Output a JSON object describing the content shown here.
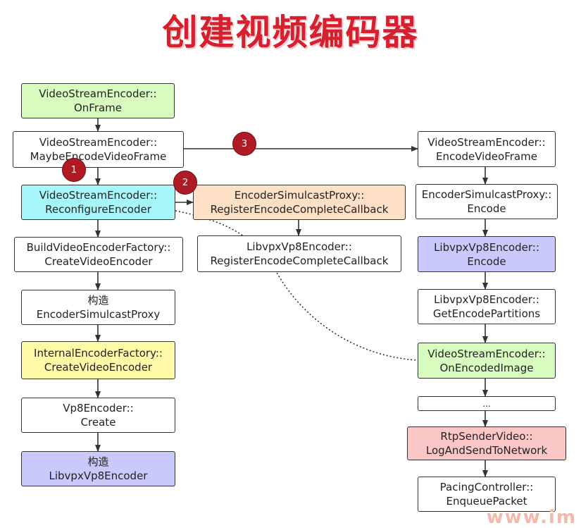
{
  "title": "创建视频编码器",
  "watermark": "www.im",
  "colors": {
    "green": "#d8fcc0",
    "cyan": "#a7f6fa",
    "orange": "#fde0c5",
    "purple": "#c9c9fb",
    "yellow": "#fffaa8",
    "red": "#fbc6c6",
    "white": "#ffffff",
    "badge": "#b01a25"
  },
  "nodes": {
    "on_frame": {
      "line1": "VideoStreamEncoder::",
      "line2": "OnFrame"
    },
    "maybe_encode": {
      "line1": "VideoStreamEncoder::",
      "line2": "MaybeEncodeVideoFrame"
    },
    "reconfigure": {
      "line1": "VideoStreamEncoder::",
      "line2": "ReconfigureEncoder"
    },
    "build_factory": {
      "line1": "BuildVideoEncoderFactory::",
      "line2": "CreateVideoEncoder"
    },
    "construct_proxy": {
      "line1": "构造",
      "line2": "EncoderSimulcastProxy"
    },
    "internal_factory": {
      "line1": "InternalEncoderFactory::",
      "line2": "CreateVideoEncoder"
    },
    "vp8_create": {
      "line1": "Vp8Encoder::",
      "line2": "Create"
    },
    "construct_libvpx": {
      "line1": "构造",
      "line2": "LibvpxVp8Encoder"
    },
    "proxy_register": {
      "line1": "EncoderSimulcastProxy::",
      "line2": "RegisterEncodeCompleteCallback"
    },
    "libvpx_register": {
      "line1": "LibvpxVp8Encoder::",
      "line2": "RegisterEncodeCompleteCallback"
    },
    "encode_video_frame": {
      "line1": "VideoStreamEncoder::",
      "line2": "EncodeVideoFrame"
    },
    "proxy_encode": {
      "line1": "EncoderSimulcastProxy::",
      "line2": "Encode"
    },
    "libvpx_encode": {
      "line1": "LibvpxVp8Encoder::",
      "line2": "Encode"
    },
    "get_partitions": {
      "line1": "LibvpxVp8Encoder::",
      "line2": "GetEncodePartitions"
    },
    "on_encoded_image": {
      "line1": "VideoStreamEncoder::",
      "line2": "OnEncodedImage"
    },
    "ellipsis": {
      "line1": "..."
    },
    "rtp_sender": {
      "line1": "RtpSenderVideo::",
      "line2": "LogAndSendToNetwork"
    },
    "pacing": {
      "line1": "PacingController::",
      "line2": "EnqueuePacket"
    }
  },
  "badges": {
    "b1": "1",
    "b2": "2",
    "b3": "3"
  }
}
